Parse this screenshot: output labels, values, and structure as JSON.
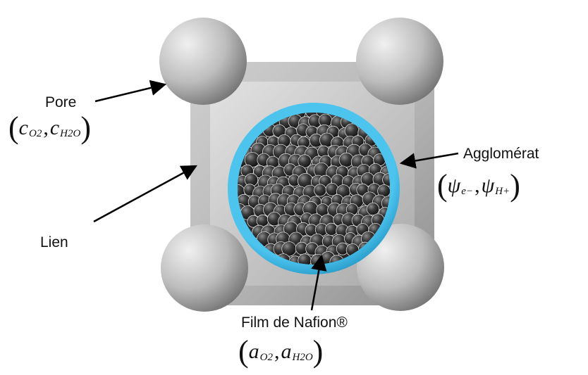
{
  "labels": {
    "pore": "Pore",
    "lien": "Lien",
    "agglomerat": "Agglomérat",
    "film": "Film de Nafion®"
  },
  "formulas": {
    "pore": {
      "open": "(",
      "var1": "c",
      "sub1": "O2",
      "comma": ",",
      "var2": "c",
      "sub2": "H2O",
      "close": ")"
    },
    "agglomerat": {
      "open": "(",
      "var1": "ψ",
      "sub1": "e−",
      "comma": ",",
      "var2": "ψ",
      "sub2": "H+",
      "close": ")"
    },
    "film": {
      "open": "(",
      "var1": "a",
      "sub1": "O2",
      "comma": ",",
      "var2": "a",
      "sub2": "H2O",
      "close": ")"
    }
  },
  "colors": {
    "sphere_light": "#e6e6e6",
    "sphere_dark": "#6e6e6e",
    "lien_light": "#d4d4d4",
    "lien_dark": "#8a8a8a",
    "nafion_film": "#3fb6e3",
    "agglomerate_core": "#2a2a2a",
    "arrow": "#000000"
  }
}
